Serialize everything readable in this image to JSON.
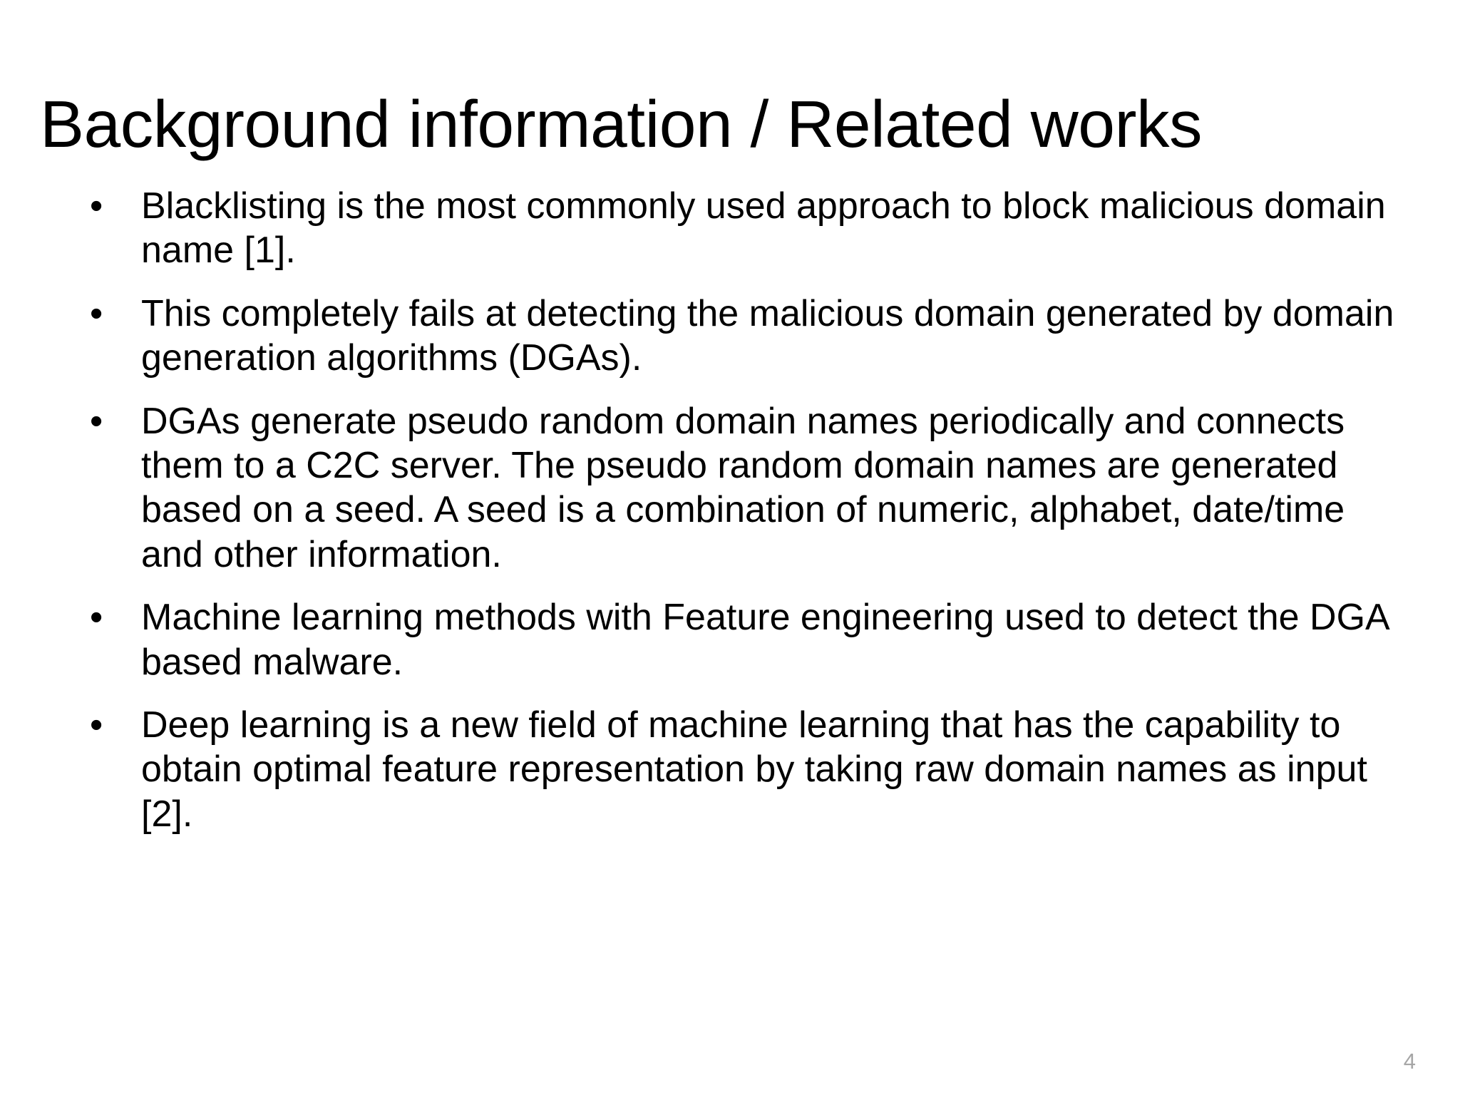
{
  "slide": {
    "title": "Background information / Related works",
    "page_number": "4",
    "bullet_marker": "•",
    "bullets": [
      "Blacklisting is the most commonly used approach to block malicious domain name [1].",
      "This completely fails at detecting the malicious domain generated by domain generation algorithms (DGAs).",
      "DGAs generate pseudo random domain names periodically and connects them to a C2C server. The pseudo random domain names are generated based on a seed. A seed is a combination of numeric, alphabet, date/time and other information.",
      "Machine learning methods with Feature engineering used to detect the DGA based malware.",
      "Deep learning is a new field of machine learning  that has the capability to obtain optimal feature representation by taking raw domain names as input [2]."
    ],
    "colors": {
      "background": "#ffffff",
      "text": "#000000",
      "page_number": "#a6a6a6"
    }
  }
}
